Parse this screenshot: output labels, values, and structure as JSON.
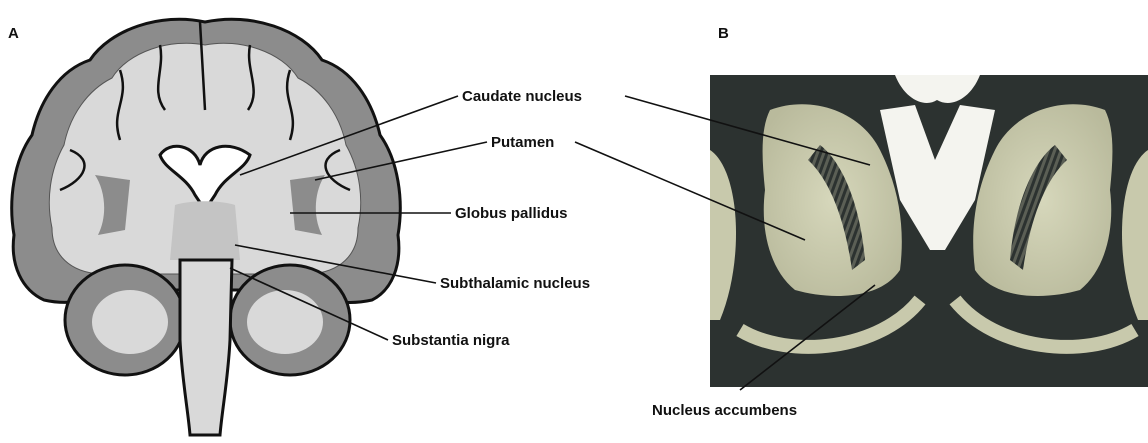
{
  "panels": {
    "a": {
      "letter": "A"
    },
    "b": {
      "letter": "B"
    }
  },
  "labels": {
    "caudate": "Caudate nucleus",
    "putamen": "Putamen",
    "globus": "Globus pallidus",
    "subthalamic": "Subthalamic nucleus",
    "nigra": "Substantia nigra",
    "accumbens": "Nucleus accumbens"
  },
  "colors": {
    "white_matter": "#d9d9d9",
    "gray_matter": "#8c8c8c",
    "outline": "#111111",
    "stain_dark": "#2c3230",
    "stain_light": "#c8c9ac"
  }
}
